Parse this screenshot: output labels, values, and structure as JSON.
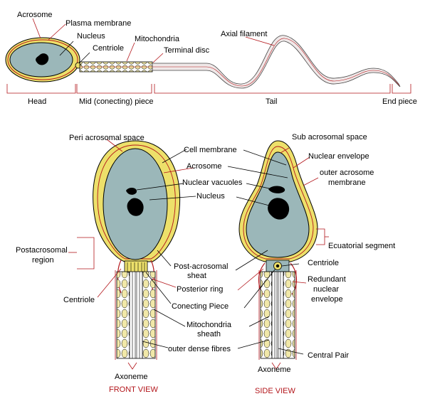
{
  "labels": {
    "acrosome_top": "Acrosome",
    "plasma_membrane": "Plasma membrane",
    "nucleus_top": "Nucleus",
    "centriole_top": "Centriole",
    "mitochondria_top": "Mitochondria",
    "terminal_disc": "Terminal disc",
    "axial_filament": "Axial filament",
    "head": "Head",
    "mid_piece": "Mid (conecting) piece",
    "tail": "Tail",
    "end_piece": "End piece",
    "peri_acrosomal_space": "Peri acrosomal space",
    "cell_membrane": "Cell membrane",
    "acrosome": "Acrosome",
    "nuclear_vacuoles": "Nuclear vacuoles",
    "nucleus": "Nucleus",
    "postacrosomal_region_1": "Postacrosomal",
    "postacrosomal_region_2": "region",
    "post_acrosomal_sheat_1": "Post-acrosomal",
    "post_acrosomal_sheat_2": "sheat",
    "posterior_ring": "Posterior ring",
    "centriole_left": "Centriole",
    "conecting_piece": "Conecting Piece",
    "mitochondria_sheath_1": "Mitochondria",
    "mitochondria_sheath_2": "sheath",
    "outer_dense_fibres": "outer dense fibres",
    "axoneme_left": "Axoneme",
    "front_view": "FRONT VIEW",
    "sub_acrosomal_space": "Sub acrosomal space",
    "nuclear_envelope": "Nuclear envelope",
    "outer_acrosome_1": "outer acrosome",
    "outer_acrosome_2": "membrane",
    "ecuatorial_segment": "Ecuatorial segment",
    "centriole_right": "Centriole",
    "redundant_1": "Redundant",
    "redundant_2": "nuclear",
    "redundant_3": "envelope",
    "central_pair": "Central Pair",
    "axoneme_right": "Axoneme",
    "side_view": "SIDE VIEW"
  },
  "colors": {
    "nucleus_fill": "#9bb7b9",
    "acrosome_yellow": "#ede06a",
    "membrane_red": "#b3161b",
    "mito_fill": "#f1e8a8",
    "outline": "#000000"
  }
}
